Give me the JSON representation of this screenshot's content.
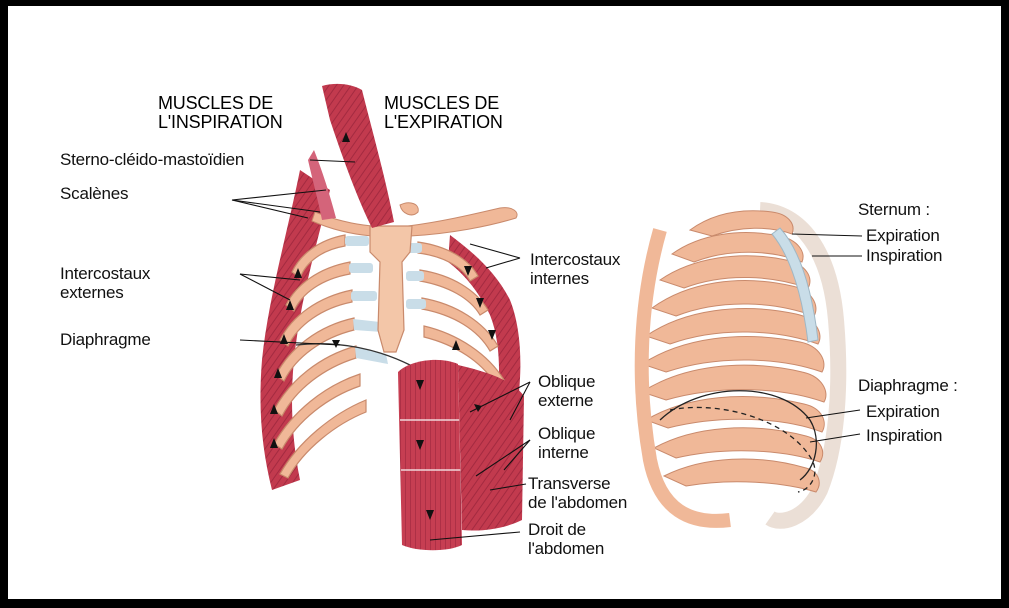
{
  "headers": {
    "inspiration": [
      "MUSCLES DE",
      "L'INSPIRATION"
    ],
    "expiration": [
      "MUSCLES DE",
      "L'EXPIRATION"
    ]
  },
  "labels": {
    "scm": "Sterno-cléido-mastoïdien",
    "scalenes": "Scalènes",
    "ic_externes": [
      "Intercostaux",
      "externes"
    ],
    "diaphragme": "Diaphragme",
    "ic_internes": [
      "Intercostaux",
      "internes"
    ],
    "oblique_externe": [
      "Oblique",
      "externe"
    ],
    "oblique_interne": [
      "Oblique",
      "interne"
    ],
    "transverse": [
      "Transverse",
      "de l'abdomen"
    ],
    "droit": [
      "Droit de",
      "l'abdomen"
    ]
  },
  "side_view": {
    "sternum": {
      "title": "Sternum :",
      "expiration": "Expiration",
      "inspiration": "Inspiration"
    },
    "diaphragme": {
      "title": "Diaphragme :",
      "expiration": "Expiration",
      "inspiration": "Inspiration"
    }
  },
  "colors": {
    "muscle": "#c23a4e",
    "muscle_dark": "#9b2236",
    "bone": "#f0b898",
    "bone_edge": "#c98a6c",
    "cartilage": "#c9dde8",
    "ghost_rib": "#e9dcd2"
  }
}
